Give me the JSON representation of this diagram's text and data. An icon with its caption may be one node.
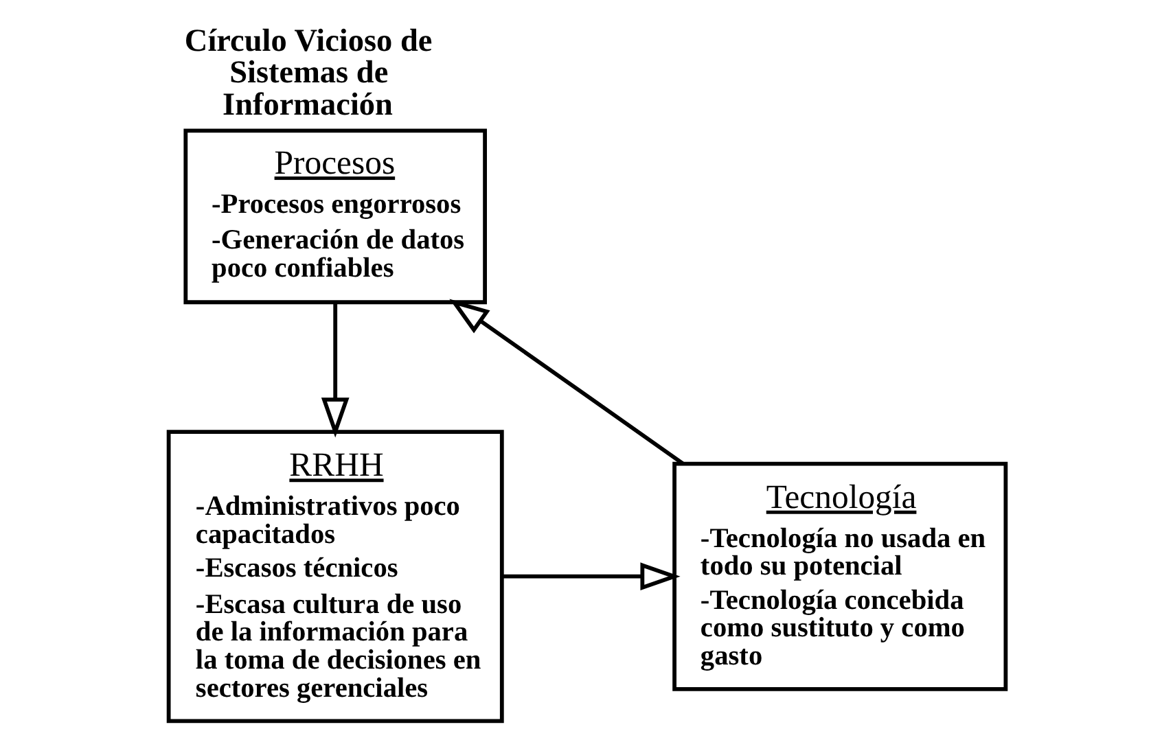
{
  "diagram": {
    "title": "Círculo Vicioso de Sistemas de Información",
    "nodes": [
      {
        "text": [
          "Procesos",
          "-Procesos engorrosos",
          "-Generación de datos poco confiables"
        ]
      },
      {
        "text": [
          "Tecnología",
          "-Tecnología no usada en todo su potencial",
          "-Tecnología concebida como sustituto y como gasto"
        ]
      },
      {
        "text": [
          "RRHH",
          "-Administrativos poco capacitados",
          "-Escasos técnicos",
          "-Escasa cultura de uso de la información para la toma de decisiones en sectores gerenciales"
        ]
      }
    ],
    "edges": [
      {
        "from": 0,
        "to": 2,
        "arrow": "to"
      },
      {
        "from": 2,
        "to": 1,
        "arrow": "to"
      },
      {
        "from": 1,
        "to": 0,
        "arrow": "to"
      }
    ]
  }
}
